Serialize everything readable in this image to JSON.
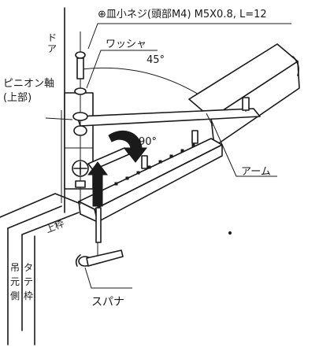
{
  "labels": {
    "screw_spec": "⊕皿小ネジ(頭部M4) M5X0.8, L=12",
    "door_char1": "ド",
    "door_char2": "ア",
    "washer": "ワッシャ",
    "angle_45": "45°",
    "pinion_line1": "ピニオン軸",
    "pinion_line2": "(上部)",
    "angle_90": "90°",
    "arm": "アーム",
    "upper_frame": "上枠",
    "hinge_side_1": "吊",
    "hinge_side_2": "元",
    "hinge_side_3": "側",
    "vertical_frame_1": "タ",
    "vertical_frame_2": "テ",
    "vertical_frame_3": "枠",
    "spanner": "スパナ"
  },
  "colors": {
    "line": "#1a1a1a",
    "background": "#ffffff"
  }
}
